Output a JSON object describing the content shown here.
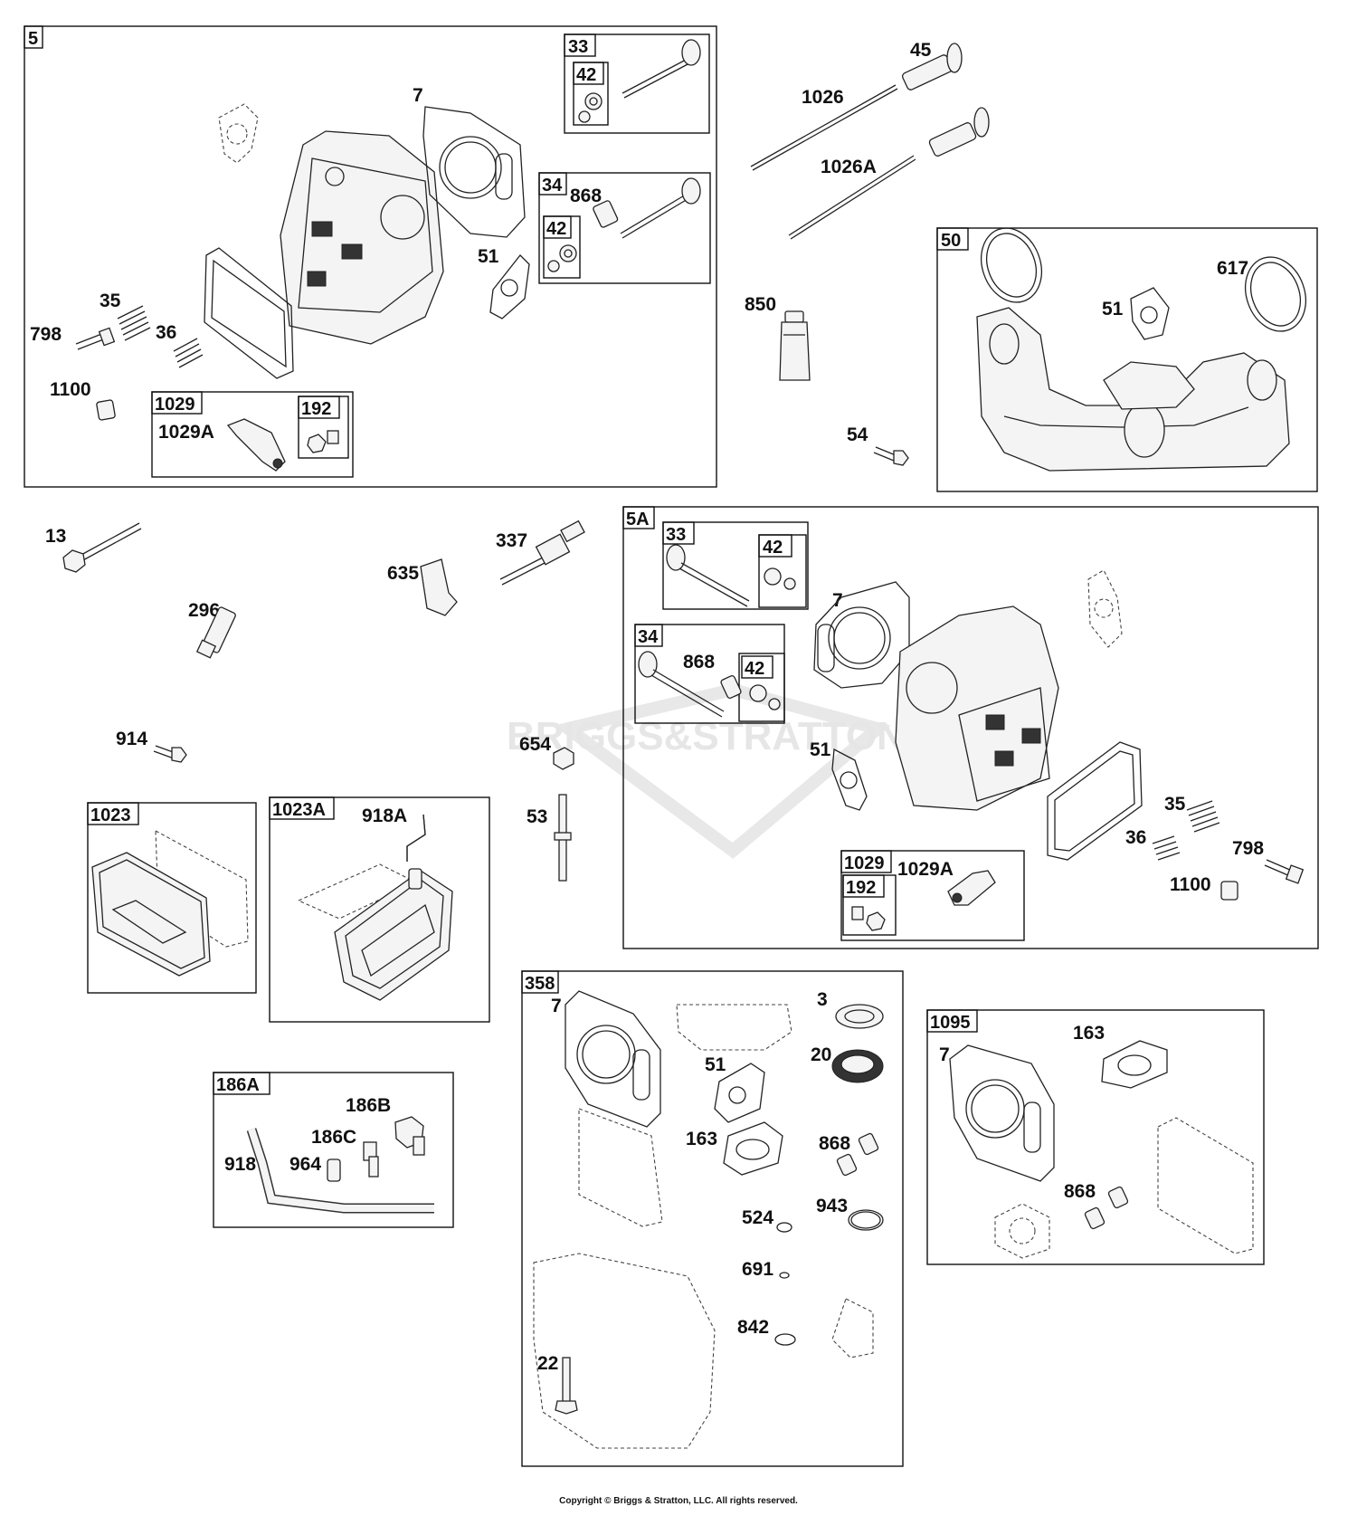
{
  "watermark": "BRIGGS&STRATTON",
  "copyright": "Copyright © Briggs & Stratton, LLC. All rights reserved.",
  "groups": {
    "g5": "5",
    "g33a": "33",
    "g42a": "42",
    "g34a": "34",
    "g42b": "42",
    "g1029a": "1029",
    "g192a": "192",
    "g50": "50",
    "g5A": "5A",
    "g33b": "33",
    "g42c": "42",
    "g34b": "34",
    "g42d": "42",
    "g1029b": "1029",
    "g192b": "192",
    "g1023": "1023",
    "g1023A": "1023A",
    "g186A": "186A",
    "g358": "358",
    "g1095": "1095"
  },
  "labels": {
    "l7a": "7",
    "l868a": "868",
    "l51a": "51",
    "l35a": "35",
    "l798a": "798",
    "l36a": "36",
    "l1100a": "1100",
    "l1029Aa": "1029A",
    "l45": "45",
    "l1026": "1026",
    "l1026A": "1026A",
    "l850": "850",
    "l51b": "51",
    "l617": "617",
    "l54": "54",
    "l13": "13",
    "l337": "337",
    "l635": "635",
    "l296": "296",
    "l914": "914",
    "l654": "654",
    "l53": "53",
    "l918A": "918A",
    "l7b": "7",
    "l868b": "868",
    "l51c": "51",
    "l35b": "35",
    "l36b": "36",
    "l798b": "798",
    "l1100b": "1100",
    "l1029Ab": "1029A",
    "l186B": "186B",
    "l186C": "186C",
    "l918": "918",
    "l964": "964",
    "l7c": "7",
    "l3": "3",
    "l20": "20",
    "l51d": "51",
    "l163a": "163",
    "l868c": "868",
    "l524": "524",
    "l943": "943",
    "l691": "691",
    "l842": "842",
    "l22": "22",
    "l7d": "7",
    "l163b": "163",
    "l868d": "868"
  }
}
